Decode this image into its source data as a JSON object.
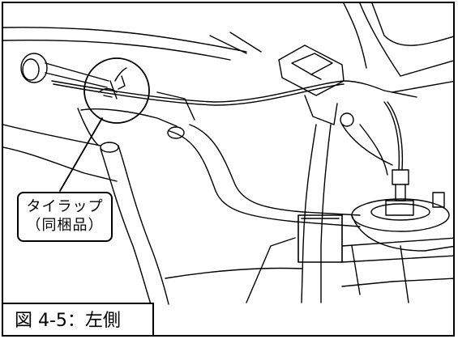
{
  "callout": {
    "line1": "タイラップ",
    "line2": "（同梱品）"
  },
  "caption": {
    "text": "図 4-5：左側"
  },
  "colors": {
    "ink": "#000000",
    "paper": "#ffffff"
  },
  "illustration": {
    "subject": "engine-bay-wiring-line-drawing",
    "highlight": "circled-tie-wrap-location"
  }
}
